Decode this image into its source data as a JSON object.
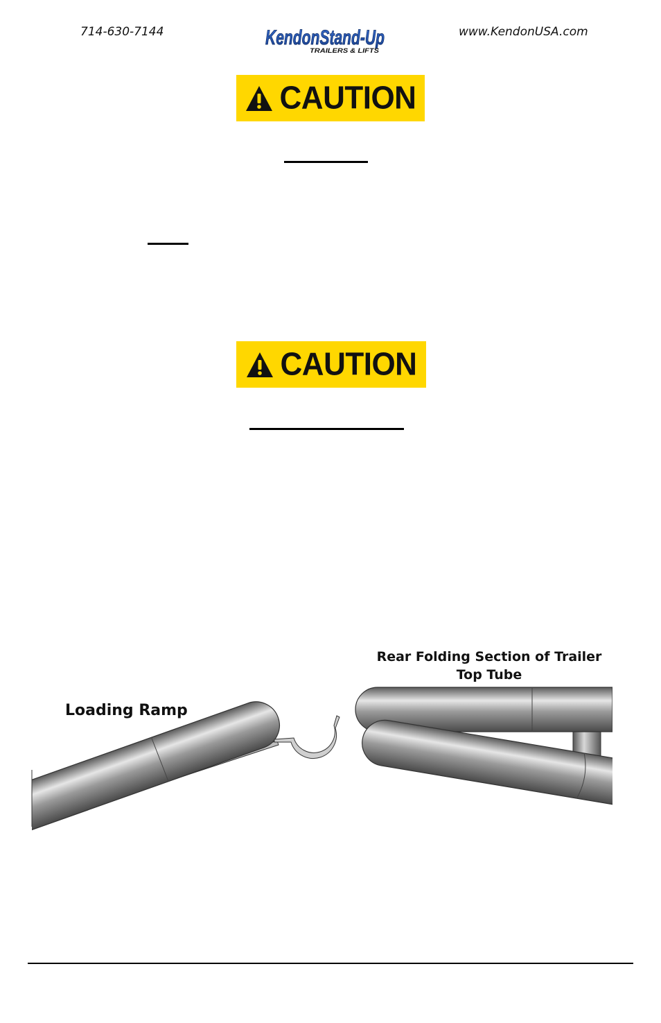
{
  "header": {
    "phone": "714-630-7144",
    "website": "www.KendonUSA.com",
    "logo": {
      "brand": "Kendon",
      "product": "Stand-Up",
      "tagline": "TRAILERS & LIFTS"
    }
  },
  "cautions": [
    {
      "label": "CAUTION"
    },
    {
      "label": "CAUTION"
    }
  ],
  "figure": {
    "labels": {
      "ramp": "Loading Ramp",
      "rear_line1": "Rear Folding Section of Trailer",
      "rear_line2": "Top Tube"
    }
  },
  "colors": {
    "caution_bg": "#ffd700",
    "logo_blue": "#1f4fa8",
    "tube_gray": "#8a8a8a"
  }
}
